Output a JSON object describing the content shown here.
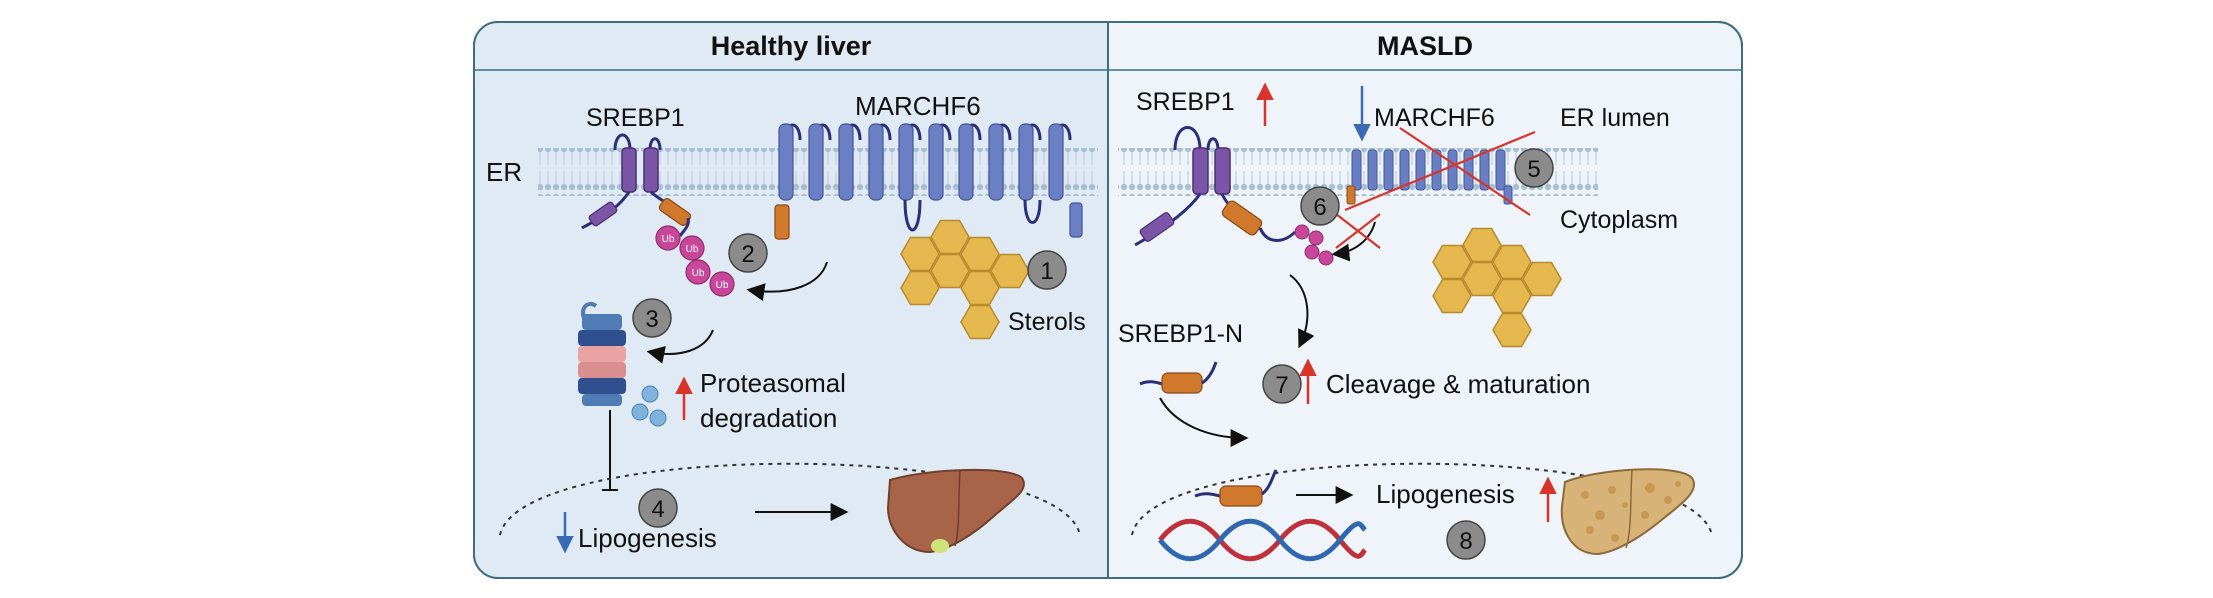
{
  "panels": {
    "left": {
      "title": "Healthy liver"
    },
    "right": {
      "title": "MASLD"
    }
  },
  "labels": {
    "er": "ER",
    "srebp1_left": "SREBP1",
    "marchf6_left": "MARCHF6",
    "sterols": "Sterols",
    "proteasomal_1": "Proteasomal",
    "proteasomal_2": "degradation",
    "lipogenesis_left": "Lipogenesis",
    "srebp1_right": "SREBP1",
    "marchf6_right": "MARCHF6",
    "er_lumen": "ER lumen",
    "cytoplasm": "Cytoplasm",
    "srebp1n": "SREBP1-N",
    "cleavage": "Cleavage & maturation",
    "lipogenesis_right": "Lipogenesis",
    "ub": "Ub"
  },
  "steps": [
    "1",
    "2",
    "3",
    "4",
    "5",
    "6",
    "7",
    "8"
  ],
  "colors": {
    "frame": "#3f6f7f",
    "panel_left": "#dfeaf4",
    "panel_right": "#eef4fa",
    "header": "#e4eef6",
    "membrane_head": "#a9bfd2",
    "march": "#6b7fc4",
    "march_dark": "#44559a",
    "srebp_purple": "#7b55a8",
    "srebp_orange": "#d0782c",
    "ub_pink": "#c8479a",
    "sterol": "#e5b84f",
    "badge": "#8b8b8b",
    "red_arrow": "#d9342a",
    "blue_arrow": "#3c6bb5",
    "liver_brown": "#a86448",
    "fatty_liver": "#d7b37a",
    "dna_red": "#c0303a",
    "dna_blue": "#2f67b0"
  }
}
